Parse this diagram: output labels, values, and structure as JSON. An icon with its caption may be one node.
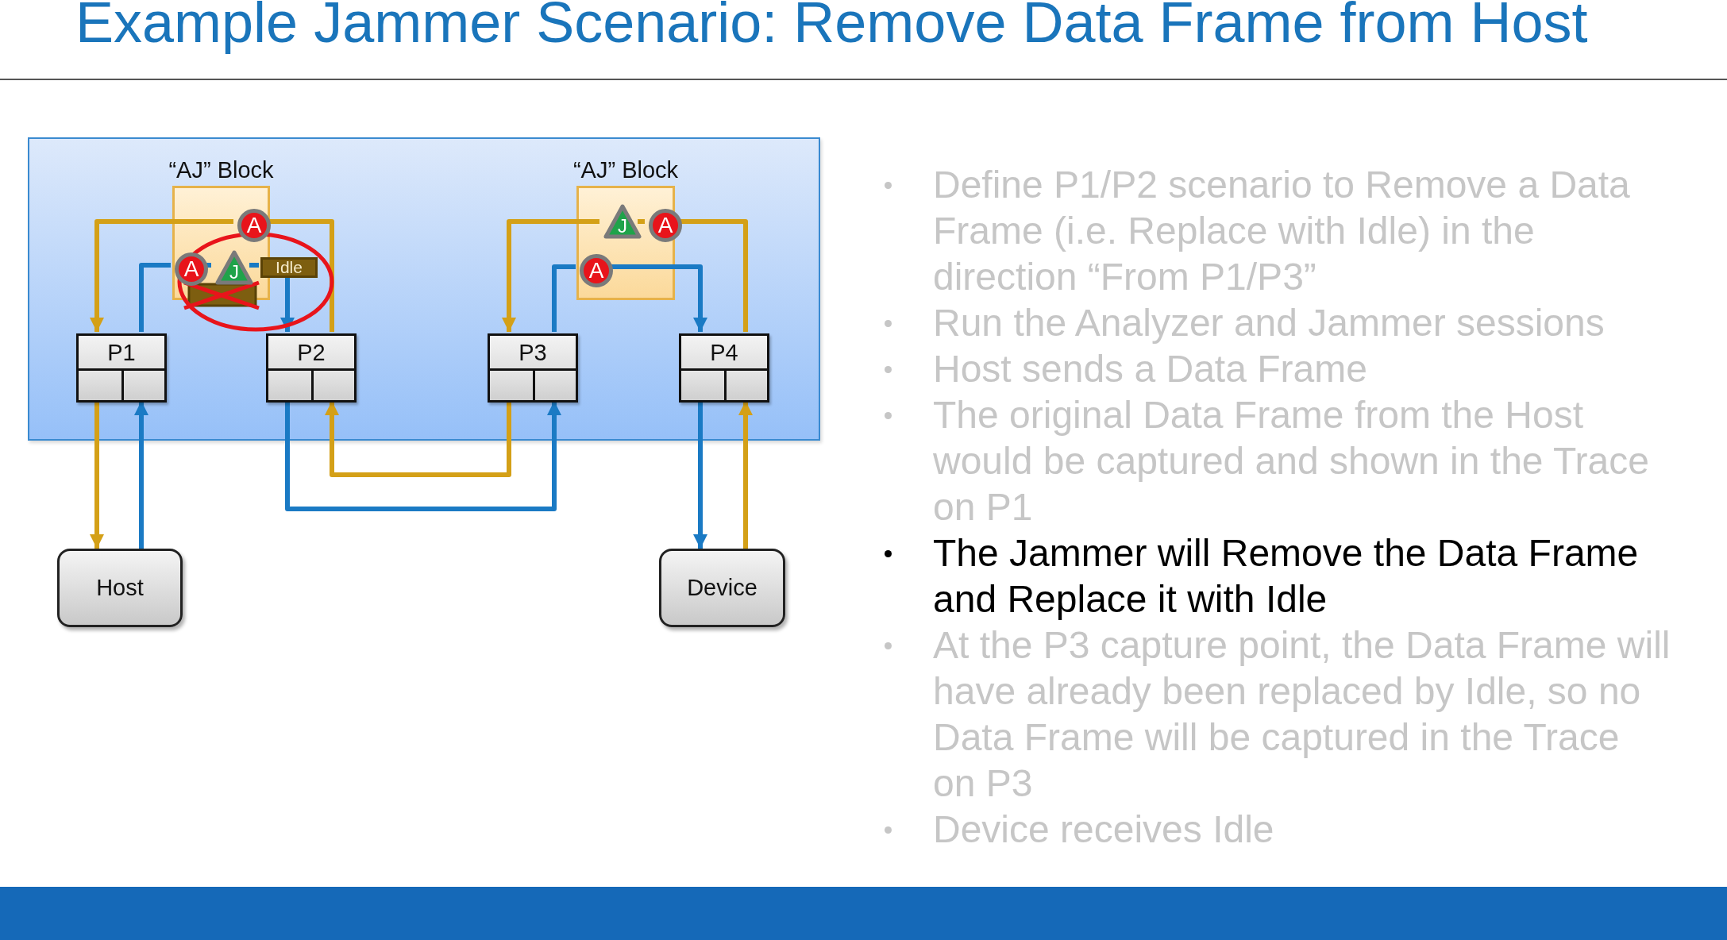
{
  "diagram": {
    "title": "Example Jammer Scenario: Remove Data Frame from Host",
    "nodes": [
      {
        "text": [],
        "shape": "box"
      },
      {
        "text": [
          "“AJ” Block"
        ],
        "in": 0
      },
      {
        "text": [
          "A"
        ],
        "in": 1
      },
      {
        "text": [
          "A"
        ],
        "in": 1
      },
      {
        "text": [
          "J"
        ],
        "in": 1
      },
      {
        "text": [
          "Idle"
        ],
        "in": 0
      },
      {
        "text": [
          "“AJ” Block"
        ],
        "in": 0
      },
      {
        "text": [
          "J"
        ],
        "in": 6
      },
      {
        "text": [
          "A"
        ],
        "in": 6
      },
      {
        "text": [
          "A"
        ],
        "in": 6
      },
      {
        "text": [
          "P1"
        ],
        "in": 0
      },
      {
        "text": [
          "P2"
        ],
        "in": 0
      },
      {
        "text": [
          "P3"
        ],
        "in": 0
      },
      {
        "text": [
          "P4"
        ],
        "in": 0
      },
      {
        "text": [
          "Host"
        ]
      },
      {
        "text": [
          "Device"
        ]
      }
    ],
    "edges": [
      {
        "from": 11,
        "to": 2,
        "arrow": "none",
        "color": "#d4a017"
      },
      {
        "from": 2,
        "to": 10,
        "arrow": "to",
        "color": "#d4a017"
      },
      {
        "from": 10,
        "to": 3,
        "arrow": "none",
        "color": "#1a7ac4"
      },
      {
        "from": 3,
        "to": 4,
        "arrow": "none",
        "color": "#1a7ac4"
      },
      {
        "from": 4,
        "to": 5,
        "arrow": "none",
        "color": "#1a7ac4"
      },
      {
        "from": 5,
        "to": 11,
        "arrow": "to",
        "color": "#1a7ac4"
      },
      {
        "from": 13,
        "to": 8,
        "arrow": "none",
        "color": "#d4a017"
      },
      {
        "from": 8,
        "to": 7,
        "arrow": "none",
        "color": "#d4a017"
      },
      {
        "from": 7,
        "to": 12,
        "arrow": "to",
        "color": "#d4a017"
      },
      {
        "from": 12,
        "to": 9,
        "arrow": "none",
        "color": "#1a7ac4"
      },
      {
        "from": 9,
        "to": 13,
        "arrow": "to",
        "color": "#1a7ac4"
      },
      {
        "from": 10,
        "to": 14,
        "arrow": "to",
        "color": "#d4a017"
      },
      {
        "from": 14,
        "to": 10,
        "arrow": "to",
        "color": "#1a7ac4"
      },
      {
        "from": 11,
        "to": 12,
        "arrow": "to",
        "color": "#1a7ac4"
      },
      {
        "from": 12,
        "to": 11,
        "arrow": "to",
        "color": "#d4a017"
      },
      {
        "from": 13,
        "to": 15,
        "arrow": "to",
        "color": "#1a7ac4"
      },
      {
        "from": 15,
        "to": 13,
        "arrow": "to",
        "color": "#d4a017"
      }
    ],
    "labels": [
      "Define P1/P2 scenario to Remove a Data Frame (i.e. Replace with Idle) in the direction “From P1/P3”",
      "Run the Analyzer and Jammer sessions",
      "Host sends a Data Frame",
      "The original Data Frame from the Host would be captured and shown in the Trace on P1",
      "The Jammer will Remove the Data Frame and Replace it with Idle",
      "At the P3 capture point, the Data Frame will have already been replaced by Idle, so no Data Frame will be captured in the Trace on P3",
      "Device receives Idle"
    ]
  }
}
